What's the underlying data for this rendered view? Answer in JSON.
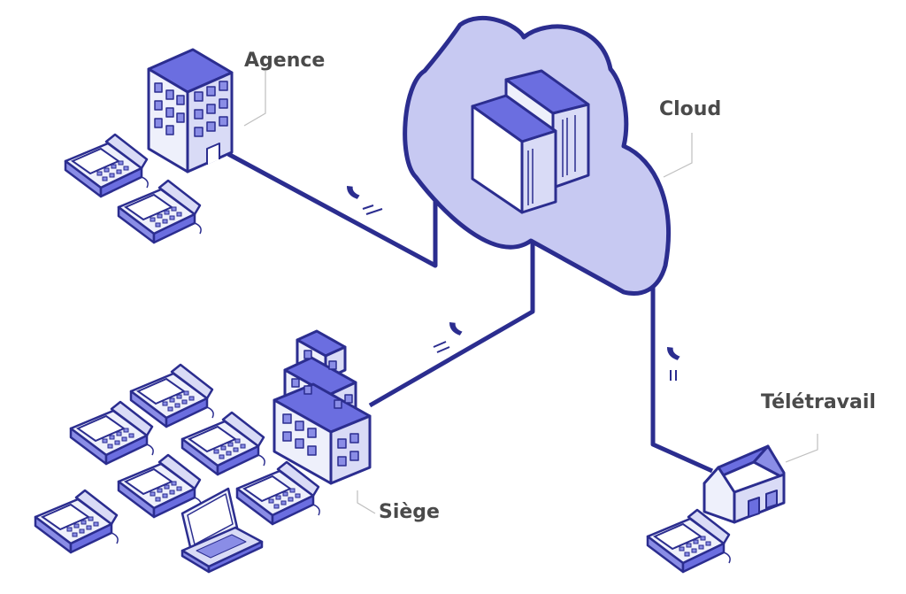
{
  "labels": {
    "agence": "Agence",
    "cloud": "Cloud",
    "siege": "Siège",
    "teletravail": "Télétravail"
  },
  "colors": {
    "line": "#2b2d8f",
    "cloud_fill": "#c7c9f2",
    "face_light": "#eef0fb",
    "face_mid": "#d9dbf6",
    "face_dark": "#6b6ee0",
    "window": "#8a8de6",
    "text": "#4a4a4a"
  },
  "icons": [
    "building-icon",
    "cloud-icon",
    "server-icon",
    "desk-phone-icon",
    "laptop-icon",
    "house-icon",
    "handset-icon"
  ]
}
